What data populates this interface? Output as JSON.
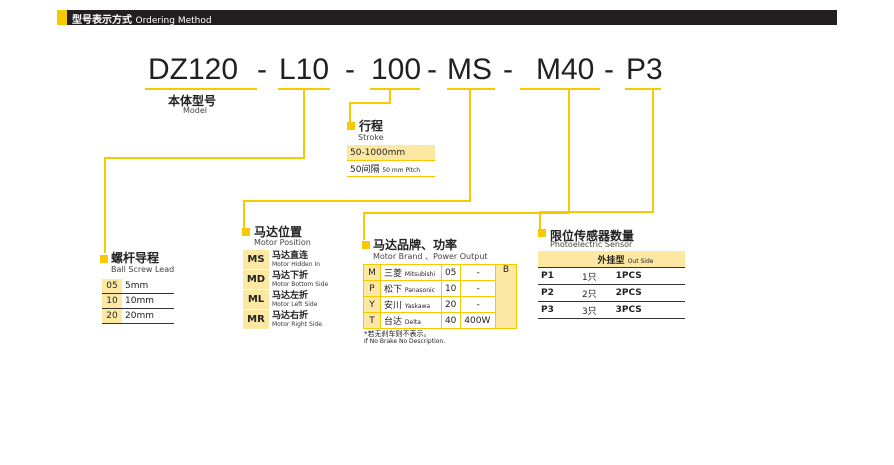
{
  "header": {
    "title_cn": "型号表示方式",
    "title_en": "Ordering Method"
  },
  "model_code": {
    "parts": [
      "DZ120",
      "L10",
      "100",
      "MS",
      "M40",
      "P3"
    ],
    "separator": "-"
  },
  "body": {
    "label_cn": "本体型号",
    "label_en": "Model"
  },
  "stroke": {
    "label_cn": "行程",
    "label_en": "Stroke",
    "rows": [
      "50-1000mm",
      "50间隔"
    ],
    "pitch_en": "50 mm Pitch"
  },
  "ball_screw": {
    "label_cn": "螺杆导程",
    "label_en": "Ball Screw Lead",
    "rows": [
      {
        "code": "05",
        "value": "5mm"
      },
      {
        "code": "10",
        "value": "10mm"
      },
      {
        "code": "20",
        "value": "20mm"
      }
    ]
  },
  "motor_position": {
    "label_cn": "马达位置",
    "label_en": "Motor Position",
    "rows": [
      {
        "code": "MS",
        "cn": "马达直连",
        "en": "Motor Hidden In"
      },
      {
        "code": "MD",
        "cn": "马达下折",
        "en": "Motor Bottom Side"
      },
      {
        "code": "ML",
        "cn": "马达左折",
        "en": "Motor Left Side"
      },
      {
        "code": "MR",
        "cn": "马达右折",
        "en": "Motor Right Side"
      }
    ]
  },
  "motor_brand": {
    "label_cn": "马达品牌、功率",
    "label_en": "Motor Brand 、Power Output",
    "rows": [
      {
        "code": "M",
        "cn": "三菱",
        "en": "Mitsubishi",
        "power": "05",
        "extra": "-"
      },
      {
        "code": "P",
        "cn": "松下",
        "en": "Panasonic",
        "power": "10",
        "extra": "-"
      },
      {
        "code": "Y",
        "cn": "安川",
        "en": "Yaskawa",
        "power": "20",
        "extra": "-"
      },
      {
        "code": "T",
        "cn": "台达",
        "en": "Delta",
        "power": "40",
        "extra": "400W"
      }
    ],
    "brake_code": "B",
    "note_cn": "*若无刹车则不表示。",
    "note_en": "If No Brake No Description."
  },
  "sensor": {
    "label_cn": "限位传感器数量",
    "label_en": "Photoelectric Sensor",
    "head_cn": "外挂型",
    "head_en": "Out Side",
    "rows": [
      {
        "code": "P1",
        "cn": "1只",
        "en": "1PCS"
      },
      {
        "code": "P2",
        "cn": "2只",
        "en": "2PCS"
      },
      {
        "code": "P3",
        "cn": "3只",
        "en": "3PCS"
      }
    ]
  },
  "colors": {
    "accent": "#f6c900",
    "accent_light": "#fde8a3",
    "dark": "#231f20"
  }
}
